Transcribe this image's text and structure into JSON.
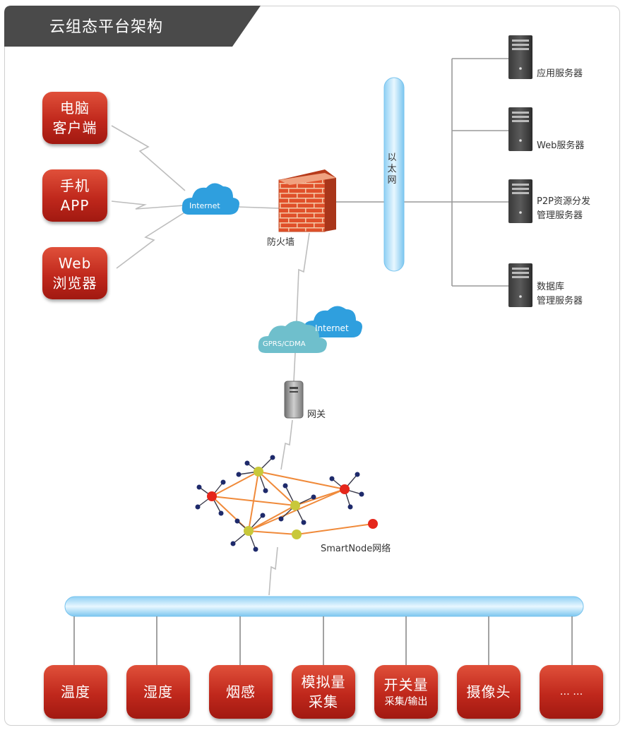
{
  "title": "云组态平台架构",
  "clients": [
    {
      "name": "pc-client",
      "lines": [
        "电脑",
        "客户端"
      ]
    },
    {
      "name": "mobile-app",
      "lines": [
        "手机",
        "APP"
      ]
    },
    {
      "name": "web-browser",
      "lines": [
        "Web",
        "浏览器"
      ]
    }
  ],
  "cloud_internet_top": "Internet",
  "firewall_label": "防火墙",
  "ethernet_label": [
    "以",
    "太",
    "网"
  ],
  "servers": [
    {
      "name": "app-server",
      "lines": [
        "应用服务器"
      ]
    },
    {
      "name": "web-server",
      "lines": [
        "Web服务器"
      ]
    },
    {
      "name": "p2p-server",
      "lines": [
        "P2P资源分发",
        "管理服务器"
      ]
    },
    {
      "name": "db-server",
      "lines": [
        "数据库",
        "管理服务器"
      ]
    }
  ],
  "cloud_gprs": "GPRS/CDMA",
  "cloud_internet_mid": "Internet",
  "gateway_label": "网关",
  "smartnode_label": "SmartNode网络",
  "devices": [
    {
      "name": "temperature",
      "lines": [
        "温度"
      ]
    },
    {
      "name": "humidity",
      "lines": [
        "湿度"
      ]
    },
    {
      "name": "smoke",
      "lines": [
        "烟感"
      ]
    },
    {
      "name": "analog",
      "lines": [
        "模拟量",
        "采集"
      ]
    },
    {
      "name": "switch",
      "lines": [
        "开关量",
        "采集/输出"
      ]
    },
    {
      "name": "camera",
      "lines": [
        "摄像头"
      ]
    },
    {
      "name": "more",
      "lines": [
        "… …"
      ]
    }
  ],
  "colors": {
    "red_box": "#c0281c",
    "title_tab": "#4a4a4a",
    "cloud_blue": "#2f9fde",
    "cloud_teal": "#5ab7c6",
    "pipe_blue": "#bfe6fb"
  }
}
